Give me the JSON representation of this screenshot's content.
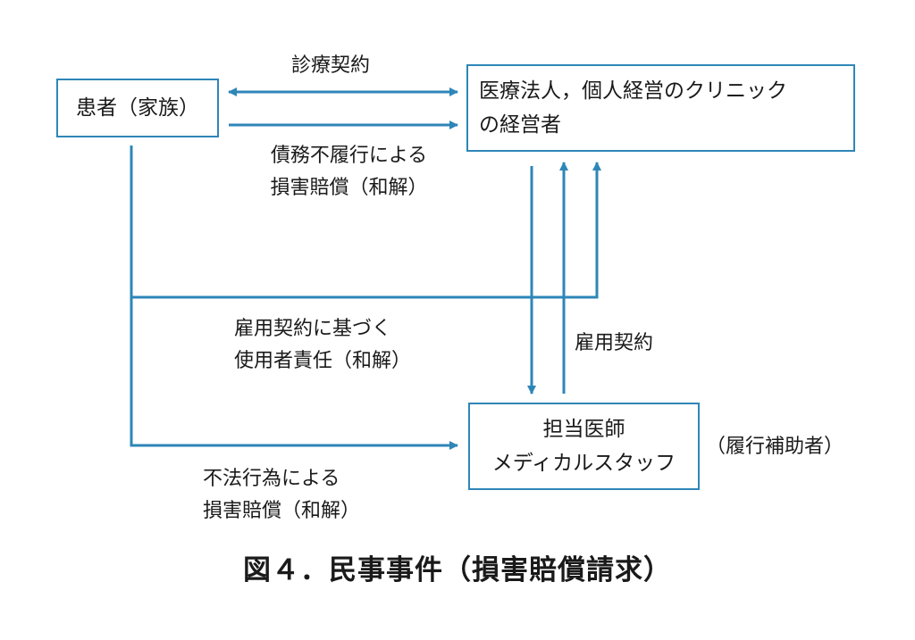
{
  "colors": {
    "arrow": "#2e86b8",
    "box_border": "#2e86b8",
    "text": "#1a1a1a"
  },
  "nodes": {
    "patient": "患者（家族）",
    "operator": [
      "医療法人，個人経営のクリニック",
      "の経営者"
    ],
    "doctor": [
      "担当医師",
      "メディカルスタッフ"
    ]
  },
  "edges": {
    "medical_contract": "診療契約",
    "default_damages": [
      "債務不履行による",
      "損害賠償（和解）"
    ],
    "employer_liability": [
      "雇用契約に基づく",
      "使用者責任（和解）"
    ],
    "employment_contract": "雇用契約",
    "tort_damages": [
      "不法行為による",
      "損害賠償（和解）"
    ]
  },
  "doctor_role": "（履行補助者）",
  "caption": "図４．民事事件（損害賠償請求）"
}
